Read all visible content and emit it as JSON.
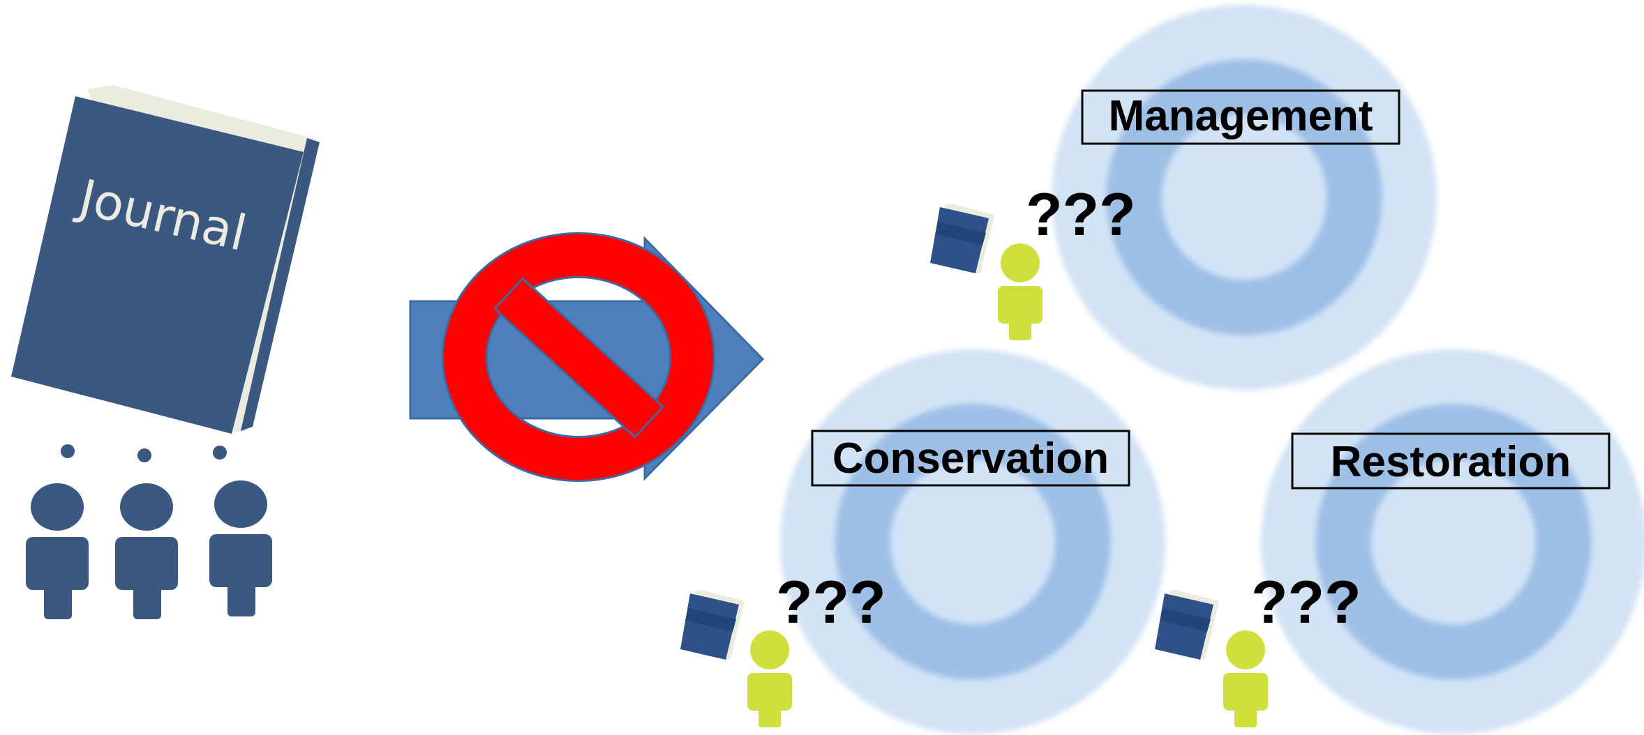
{
  "journal": {
    "cover_text": "Journal",
    "cover_color": "#3b5880",
    "page_color": "#ecebe0"
  },
  "ellipsis": "• • •",
  "fields": [
    {
      "id": "management",
      "label": "Management"
    },
    {
      "id": "conservation",
      "label": "Conservation"
    },
    {
      "id": "restoration",
      "label": "Restoration"
    }
  ],
  "question_marks": "???",
  "colors": {
    "people": "#3b5880",
    "arrow": "#4e7fbd",
    "no_sign": "#ff0000",
    "practitioner": "#cfe03e",
    "circle_outer": "#d2e3f6",
    "circle_inner": "#9fc0e6",
    "mini_journal": "#2e5288"
  }
}
